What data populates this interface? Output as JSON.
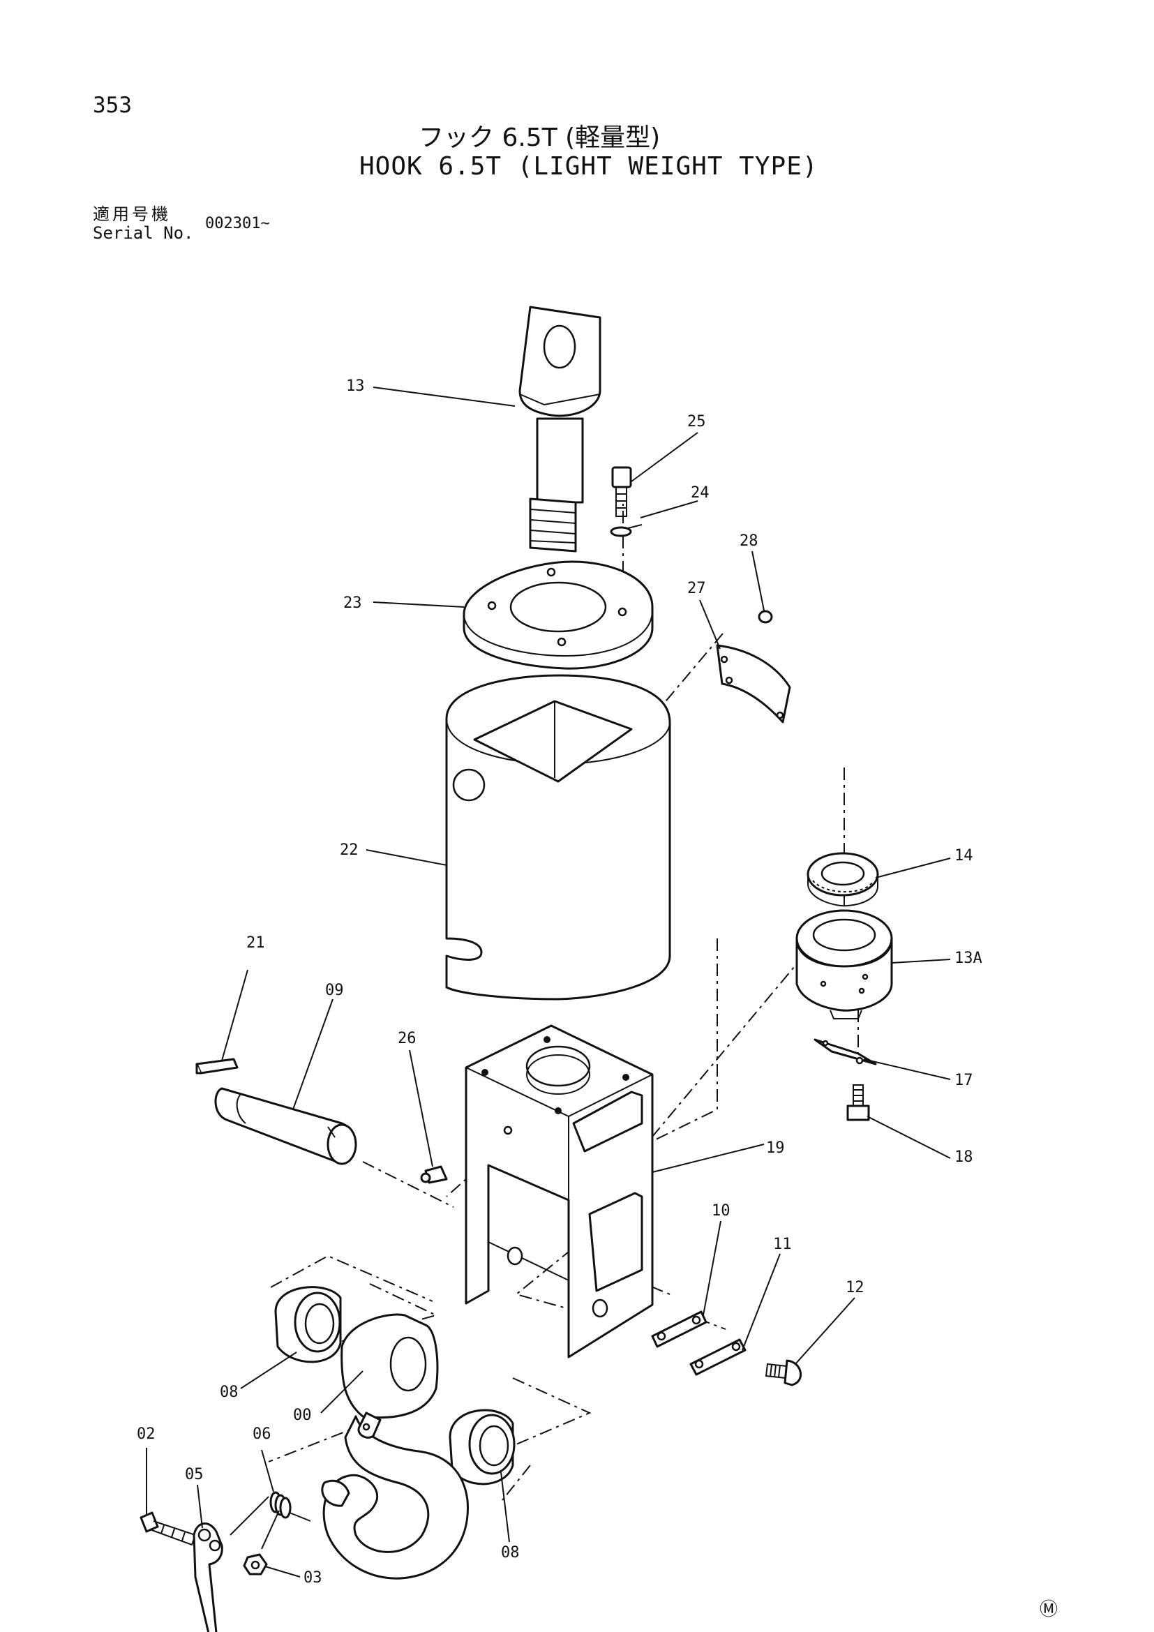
{
  "page": {
    "number": "353"
  },
  "title": {
    "ja": "フック 6.5T (軽量型)",
    "en": "HOOK 6.5T (LIGHT WEIGHT TYPE)"
  },
  "serial": {
    "label_ja": "適用号機",
    "label_en": "Serial No.",
    "value": "002301~"
  },
  "callouts": {
    "c13": "13",
    "c25": "25",
    "c24": "24",
    "c28": "28",
    "c23": "23",
    "c27": "27",
    "c22": "22",
    "c14": "14",
    "c13a": "13A",
    "c21": "21",
    "c09": "09",
    "c26": "26",
    "c17": "17",
    "c19": "19",
    "c18": "18",
    "c10": "10",
    "c11": "11",
    "c12": "12",
    "c08a": "08",
    "c00": "00",
    "c02": "02",
    "c06": "06",
    "c05": "05",
    "c03": "03",
    "c08b": "08"
  },
  "footer": {
    "mark": "Ⓜ"
  }
}
